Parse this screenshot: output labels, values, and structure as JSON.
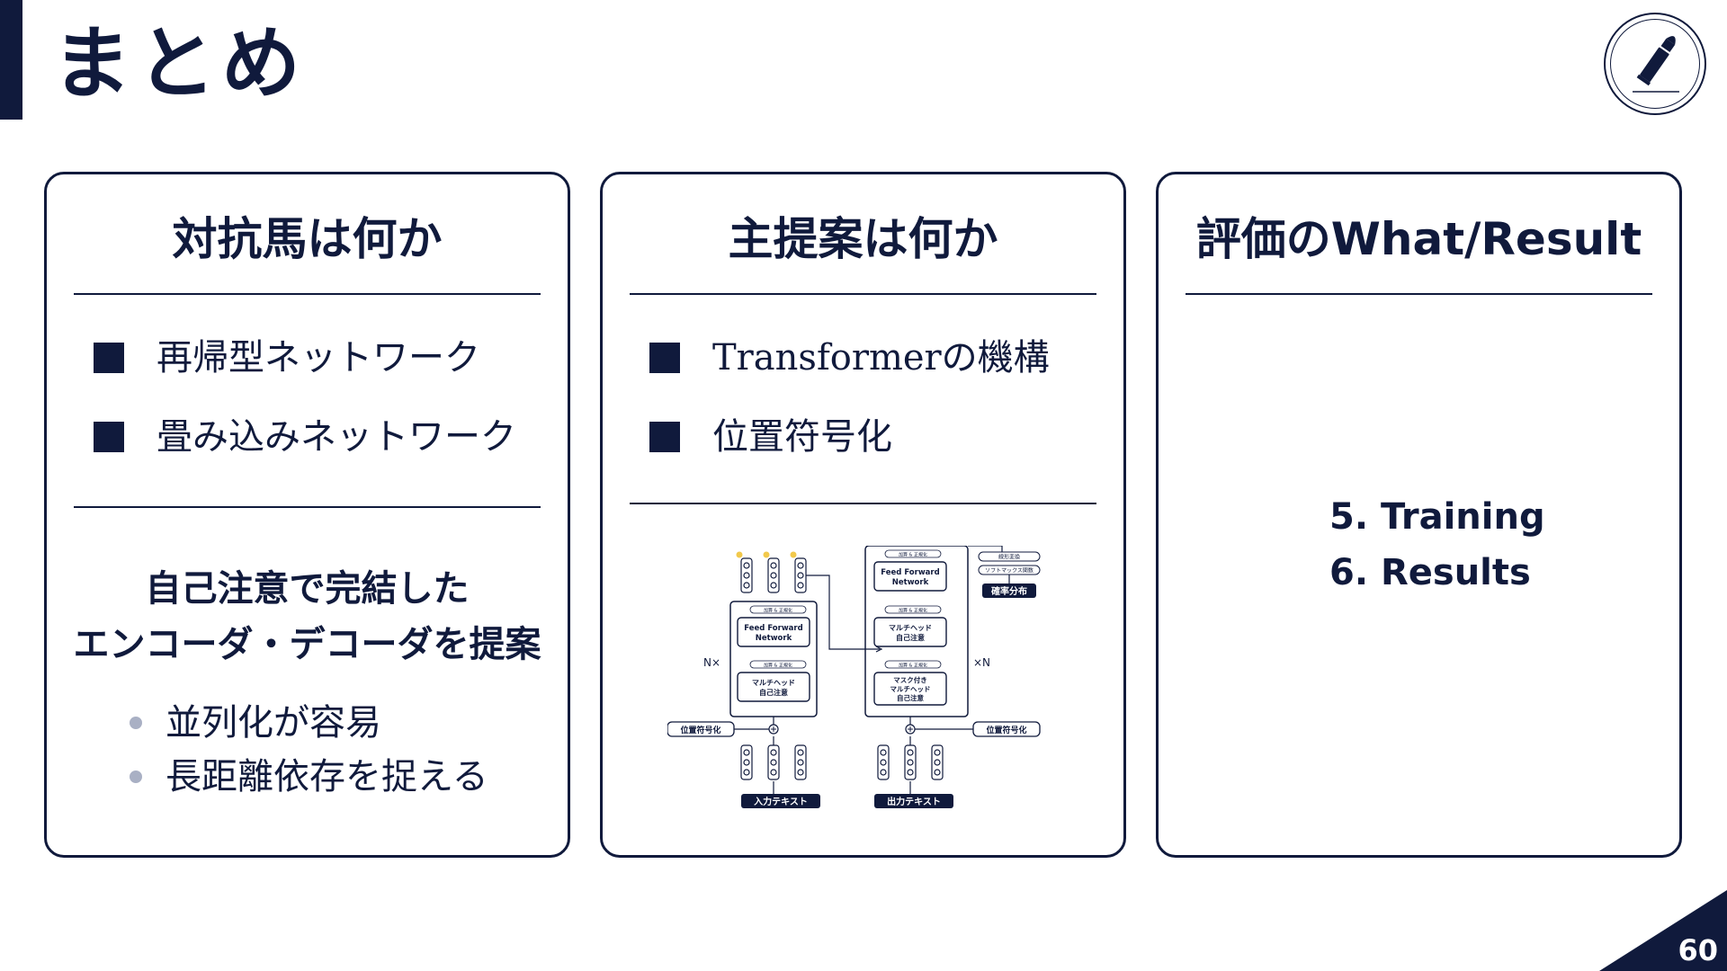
{
  "slide": {
    "title": "まとめ",
    "page_number": "60"
  },
  "cards": [
    {
      "title": "対抗馬は何か",
      "bullets": [
        "再帰型ネットワーク",
        "畳み込みネットワーク"
      ],
      "summary_lines": [
        "自己注意で完結した",
        "エンコーダ・デコーダを提案"
      ],
      "sub_items": [
        "並列化が容易",
        "長距離依存を捉える"
      ]
    },
    {
      "title": "主提案は何か",
      "bullets": [
        "Transformerの機構",
        "位置符号化"
      ],
      "diagram": {
        "encoder_ff": [
          "Feed Forward",
          "Network"
        ],
        "encoder_attn": [
          "マルチヘッド",
          "自己注意"
        ],
        "decoder_ff": [
          "Feed Forward",
          "Network"
        ],
        "decoder_cross": [
          "マルチヘッド",
          "自己注意"
        ],
        "decoder_masked": [
          "マスク付き",
          "マルチヘッド",
          "自己注意"
        ],
        "add_norm": "加算 & 正規化",
        "linear": "線形変換",
        "softmax": "ソフトマックス関数",
        "prob": "確率分布",
        "pos_enc_left": "位置符号化",
        "pos_enc_right": "位置符号化",
        "input_text": "入力テキスト",
        "output_text": "出力テキスト",
        "n_left": "N×",
        "n_right": "×N"
      }
    },
    {
      "title": "評価のWhat/Result",
      "results": [
        "5. Training",
        "6. Results"
      ]
    }
  ],
  "colors": {
    "navy": "#101a3c",
    "dot_gray": "#a9b0c4"
  },
  "icons": [
    "bullet-icon"
  ]
}
